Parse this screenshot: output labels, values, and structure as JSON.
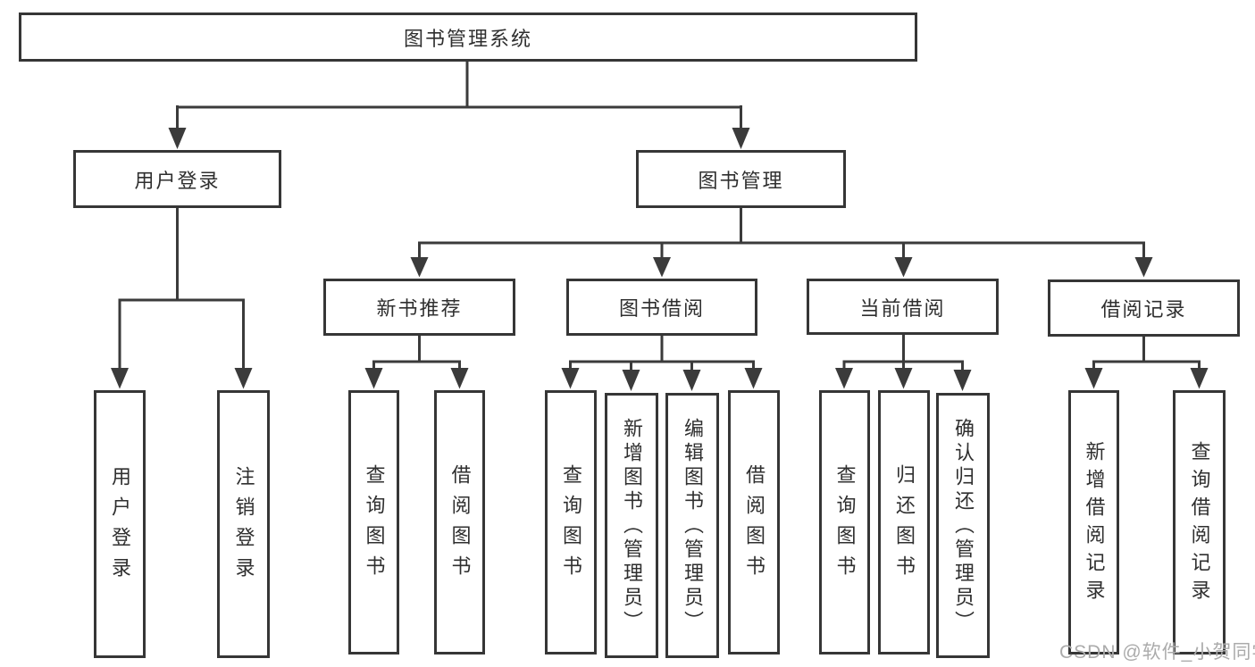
{
  "tree": {
    "label": "图书管理系统",
    "children": [
      {
        "label": "用户登录",
        "children": [
          {
            "label": "用户登录"
          },
          {
            "label": "注销登录"
          }
        ]
      },
      {
        "label": "图书管理",
        "children": [
          {
            "label": "新书推荐",
            "children": [
              {
                "label": "查询图书"
              },
              {
                "label": "借阅图书"
              }
            ]
          },
          {
            "label": "图书借阅",
            "children": [
              {
                "label": "查询图书"
              },
              {
                "label": "新增图书（管理员）"
              },
              {
                "label": "编辑图书（管理员）"
              },
              {
                "label": "借阅图书"
              }
            ]
          },
          {
            "label": "当前借阅",
            "children": [
              {
                "label": "查询图书"
              },
              {
                "label": "归还图书"
              },
              {
                "label": "确认归还（管理员）"
              }
            ]
          },
          {
            "label": "借阅记录",
            "children": [
              {
                "label": "新增借阅记录"
              },
              {
                "label": "查询借阅记录"
              }
            ]
          }
        ]
      }
    ]
  },
  "watermark": "CSDN @软件_小贺同学",
  "colors": {
    "line": "#3b3b3b",
    "box_border": "#363636",
    "box_fill": "#ffffff",
    "text": "#2f2f2f",
    "watermark": "#ababab",
    "background": "#ffffff"
  }
}
